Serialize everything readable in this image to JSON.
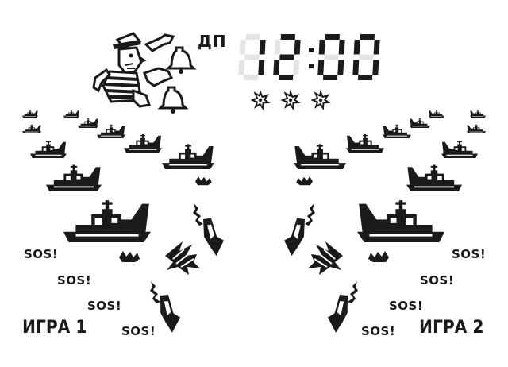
{
  "clock": {
    "ampm_label": "ДП",
    "time": "12:00"
  },
  "lives": {
    "count": 3
  },
  "messages": {
    "sos": "SOS!"
  },
  "game_modes": {
    "left_label": "ИГРА 1",
    "right_label": "ИГРА 2"
  },
  "colors": {
    "segment_off": "#e4e4e4",
    "segment_on": "#1a1a1a",
    "background": "#ffffff"
  }
}
